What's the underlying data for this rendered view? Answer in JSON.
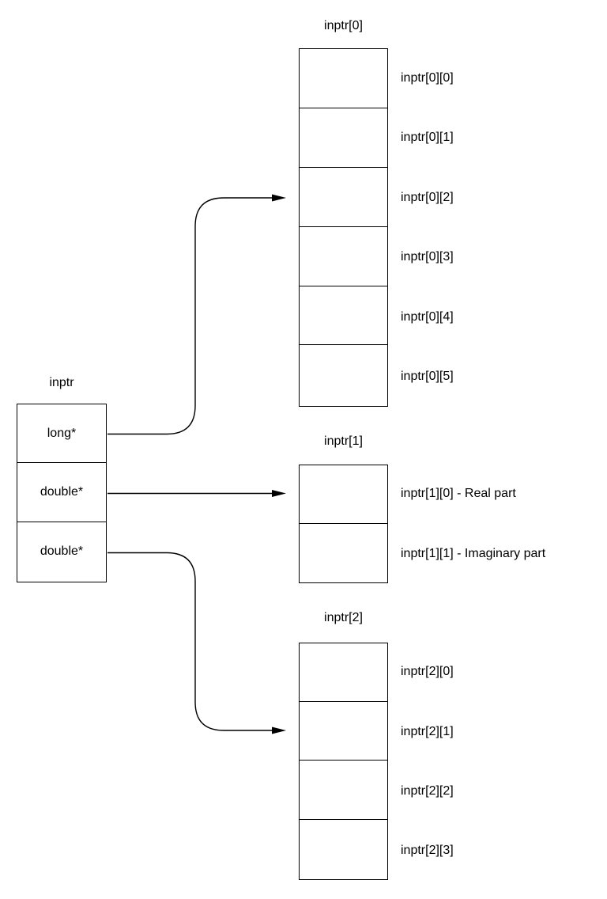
{
  "diagram": {
    "description": "Pointer-array memory diagram: inptr table of pointers referencing three arrays",
    "colors": {
      "background": "#ffffff",
      "line": "#000000",
      "text": "#000000"
    }
  },
  "pointer_table": {
    "title": "inptr",
    "cells": [
      "long*",
      "double*",
      "double*"
    ]
  },
  "arrays": [
    {
      "title": "inptr[0]",
      "cells": [
        "inptr[0][0]",
        "inptr[0][1]",
        "inptr[0][2]",
        "inptr[0][3]",
        "inptr[0][4]",
        "inptr[0][5]"
      ]
    },
    {
      "title": "inptr[1]",
      "cells": [
        "inptr[1][0] - Real part",
        "inptr[1][1] - Imaginary part"
      ]
    },
    {
      "title": "inptr[2]",
      "cells": [
        "inptr[2][0]",
        "inptr[2][1]",
        "inptr[2][2]",
        "inptr[2][3]"
      ]
    }
  ],
  "arrows": [
    {
      "from": "long*",
      "to": "inptr[0][2]"
    },
    {
      "from": "double* (row 2)",
      "to": "inptr[1][0]"
    },
    {
      "from": "double* (row 3)",
      "to": "inptr[2][1]"
    }
  ]
}
